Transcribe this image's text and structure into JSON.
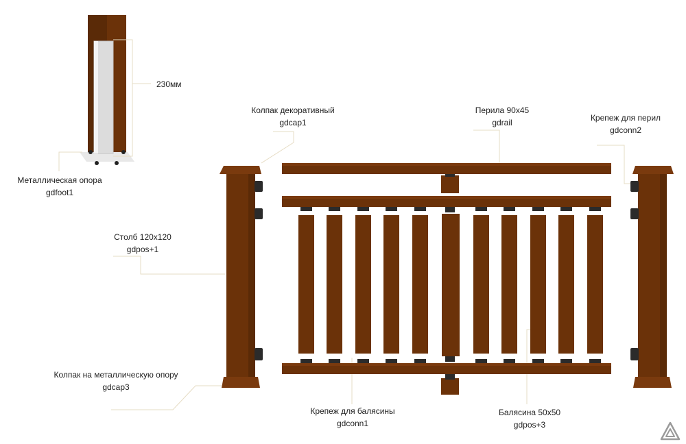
{
  "dimension": "230мм",
  "labels": {
    "foot": {
      "name": "Металлическая опора",
      "code": "gdfoot1"
    },
    "cap": {
      "name": "Колпак декоративный",
      "code": "gdcap1"
    },
    "rail": {
      "name": "Перила 90х45",
      "code": "gdrail"
    },
    "railfix": {
      "name": "Крепеж для перил",
      "code": "gdconn2"
    },
    "post": {
      "name": "Столб 120х120",
      "code": "gdpos+1"
    },
    "footcap": {
      "name": "Колпак на металлическую опору",
      "code": "gdcap3"
    },
    "balfix": {
      "name": "Крепеж для балясины",
      "code": "gdconn1"
    },
    "baluster": {
      "name": "Балясина 50х50",
      "code": "gdpos+3"
    }
  },
  "colors": {
    "wood": "#6b3209",
    "wood_light": "#7a3a0e",
    "wood_dark": "#4a2104",
    "bracket": "#2b2b2b",
    "metal": "#dcdcdc",
    "leader": "#e6dcc4"
  },
  "logo_icon": "triangle-logo-icon"
}
